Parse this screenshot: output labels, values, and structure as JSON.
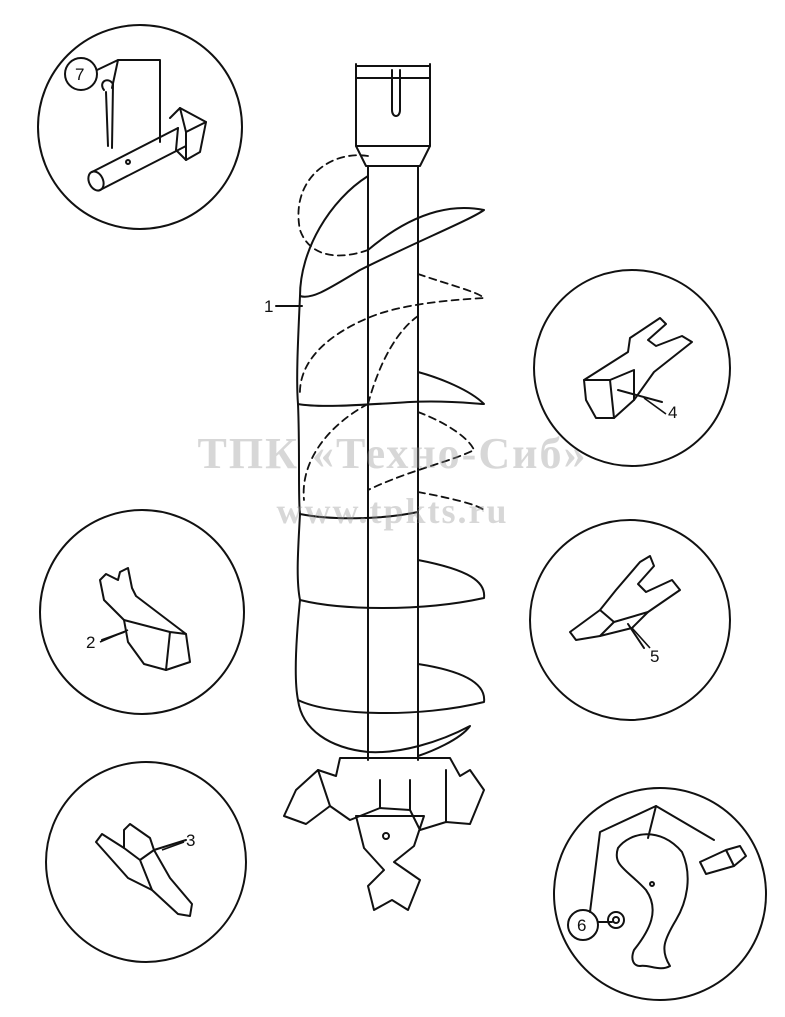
{
  "callouts": {
    "auger": "1",
    "tooth_insert_a": "2",
    "tooth_a": "3",
    "tooth_insert_b": "4",
    "tooth_b": "5",
    "pilot_bit_kit": "6",
    "pin_and_cotter": "7"
  },
  "watermark": {
    "line1": "ТПК «Техно-Сиб»",
    "line2": "www.tpkts.ru"
  },
  "colors": {
    "line": "#111111",
    "watermark": "#969696",
    "background": "#ffffff"
  }
}
